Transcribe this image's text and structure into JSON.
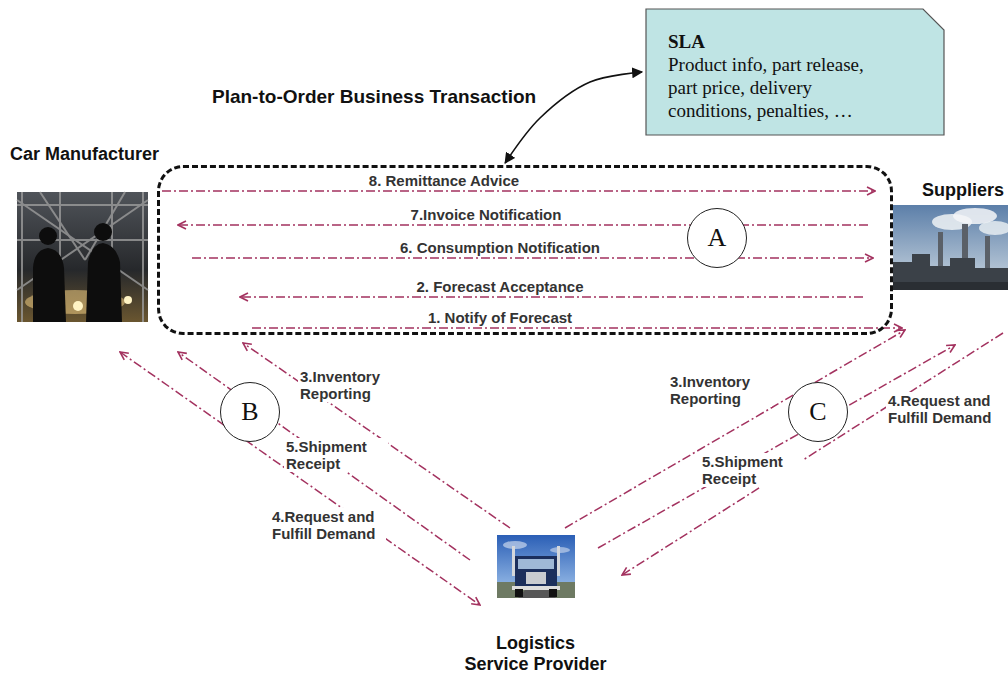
{
  "diagram": {
    "nodes": [
      {
        "text": [
          "SLA",
          "Product info, part release, part price, delivery conditions, penalties, …"
        ]
      },
      {
        "text": [
          "Plan-to-Order Business Transaction"
        ]
      },
      {
        "text": [
          "Car Manufacturer"
        ]
      },
      {
        "text": [
          "Suppliers"
        ]
      },
      {
        "text": [
          "A"
        ],
        "in": 1
      },
      {
        "text": [
          "B"
        ]
      },
      {
        "text": [
          "C"
        ]
      },
      {
        "text": [
          "Logistics Service Provider"
        ]
      }
    ],
    "edges": [
      {
        "from": 0,
        "to": 1,
        "arrow": "both"
      },
      {
        "from": 2,
        "to": 3,
        "label": "8. Remittance Advice",
        "arrow": "to"
      },
      {
        "from": 3,
        "to": 2,
        "label": "7.Invoice Notification",
        "arrow": "to"
      },
      {
        "from": 2,
        "to": 3,
        "label": "6. Consumption Notification",
        "arrow": "to"
      },
      {
        "from": 3,
        "to": 2,
        "label": "2. Forecast Acceptance",
        "arrow": "to"
      },
      {
        "from": 2,
        "to": 3,
        "label": "1. Notify of Forecast",
        "arrow": "to"
      },
      {
        "from": 7,
        "to": 2,
        "label": "3.Inventory Reporting",
        "arrow": "to"
      },
      {
        "from": 7,
        "to": 2,
        "label": "5.Shipment Receipt",
        "arrow": "to"
      },
      {
        "from": 2,
        "to": 7,
        "label": "4.Request and Fulfill Demand",
        "arrow": "both"
      },
      {
        "from": 7,
        "to": 3,
        "label": "3.Inventory Reporting",
        "arrow": "to"
      },
      {
        "from": 7,
        "to": 3,
        "label": "5.Shipment Receipt",
        "arrow": "to"
      },
      {
        "from": 3,
        "to": 7,
        "label": "4.Request and Fulfill Demand",
        "arrow": "to"
      }
    ]
  }
}
